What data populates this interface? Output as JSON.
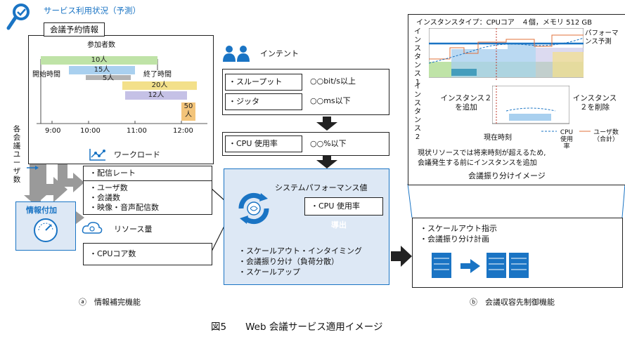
{
  "header": {
    "service_title": "サービス利用状況（予測）"
  },
  "meeting_info": {
    "title": "会議予約情報",
    "participants_label": "参加者数",
    "start_label": "開始時間",
    "end_label": "終了時間",
    "bars": [
      "10人",
      "15人",
      "5人",
      "20人",
      "12人",
      "50人"
    ],
    "times": [
      "9:00",
      "10:00",
      "11:00",
      "12:00"
    ]
  },
  "left_vertical": "各会議ユーザ数",
  "info_add": {
    "label": "情報付加"
  },
  "intent": {
    "title": "インテント",
    "rows": [
      {
        "label": "・スループット",
        "value": "○○bit/s以上"
      },
      {
        "label": "・ジッタ",
        "value": "○○ms以下"
      }
    ],
    "cpu_row": {
      "label": "・CPU 使用率",
      "value": "○○%以下"
    }
  },
  "workload": {
    "title": "ワークロード",
    "items": [
      "・配信レート",
      "・ユーザ数",
      "・会議数",
      "・映像・音声配信数"
    ]
  },
  "resource": {
    "title": "リソース量",
    "items": [
      "・CPUコア数"
    ]
  },
  "system_perf": {
    "title": "システムパフォーマンス値",
    "cpu_label": "・CPU 使用率",
    "derive_label": "導出",
    "outputs": [
      "・スケールアウト・インタイミング",
      "・会議振り分け（負荷分散）",
      "・スケールアップ"
    ]
  },
  "right_panel": {
    "instance_type": "インスタンスタイプ：CPUコア　４個，メモリ 512 GB",
    "perf_forecast": "パフォーマンス予測",
    "instance1": "インスタンス1",
    "instance2": "インスタンス2",
    "add_label": "インスタンス２を追加",
    "delete_label": "インスタンス２を削除",
    "current_time": "現在時刻",
    "legend_cpu": "CPU使用率",
    "legend_users": "ユーザ数（合計）",
    "note_line1": "現状リソースでは将来時刻が超えるため,",
    "note_line2": "会議発生する前にインスタンスを追加",
    "caption": "会議振り分けイメージ"
  },
  "control": {
    "items": [
      "・スケールアウト指示",
      "・会議振り分け計画"
    ]
  },
  "captions": {
    "a": "ⓐ　情報補完機能",
    "b": "ⓑ　会議収容先制御機能",
    "figure": "図5　　Web 会議サービス適用イメージ"
  },
  "colors": {
    "accent_blue": "#1a74c4",
    "panel_blue_bg": "#dde8f5",
    "bar_green": "#bfe3a7",
    "bar_blue": "#a9d0ef",
    "bar_gray": "#b3b3b3",
    "bar_yellow": "#f3e08a",
    "bar_purple": "#c5c1e6",
    "bar_orange": "#f3c47a"
  }
}
